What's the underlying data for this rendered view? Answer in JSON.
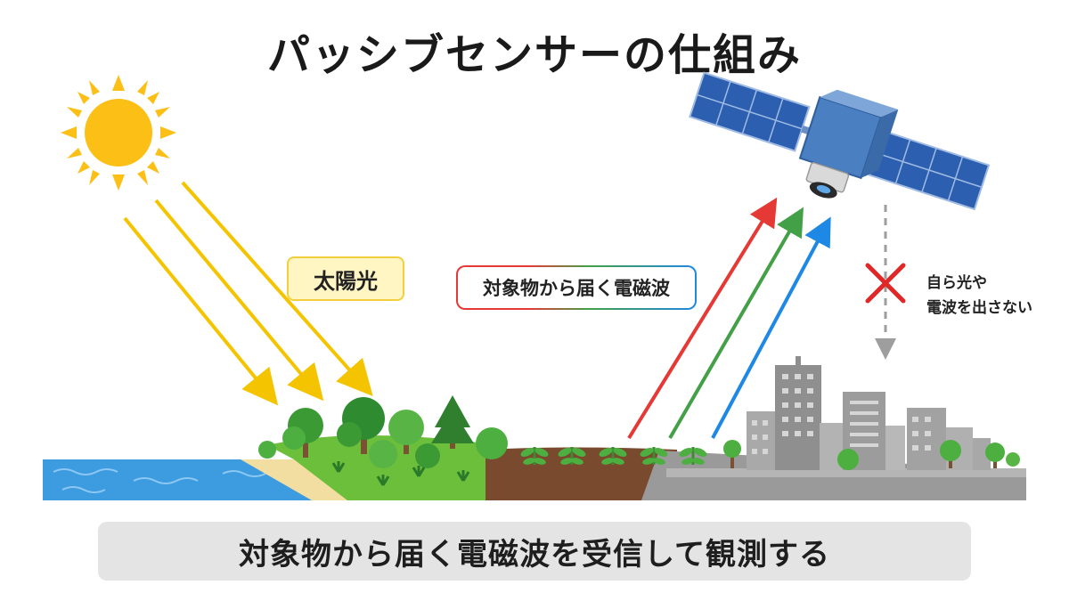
{
  "title": "パッシブセンサーの仕組み",
  "labels": {
    "sunlight": "太陽光",
    "reflected_em": "対象物から届く電磁波",
    "no_emission_line1": "自ら光や",
    "no_emission_line2": "電波を出さない"
  },
  "caption": "対象物から届く電磁波を受信して観測する",
  "icons": [
    "sun-icon",
    "satellite-icon",
    "cross-icon"
  ],
  "colors": {
    "sun": "#fbbf16",
    "sun_rays": "#f5c400",
    "em_red": "#e53935",
    "em_green": "#43a047",
    "em_blue": "#1e88e5",
    "cross": "#e02828",
    "water": "#3d9be0",
    "grass": "#6cbf3a",
    "soil": "#7a4a2e",
    "city_ground": "#9a9a9a",
    "solar_panel": "#2d5fb0",
    "satellite_body": "#4a7fc1"
  }
}
